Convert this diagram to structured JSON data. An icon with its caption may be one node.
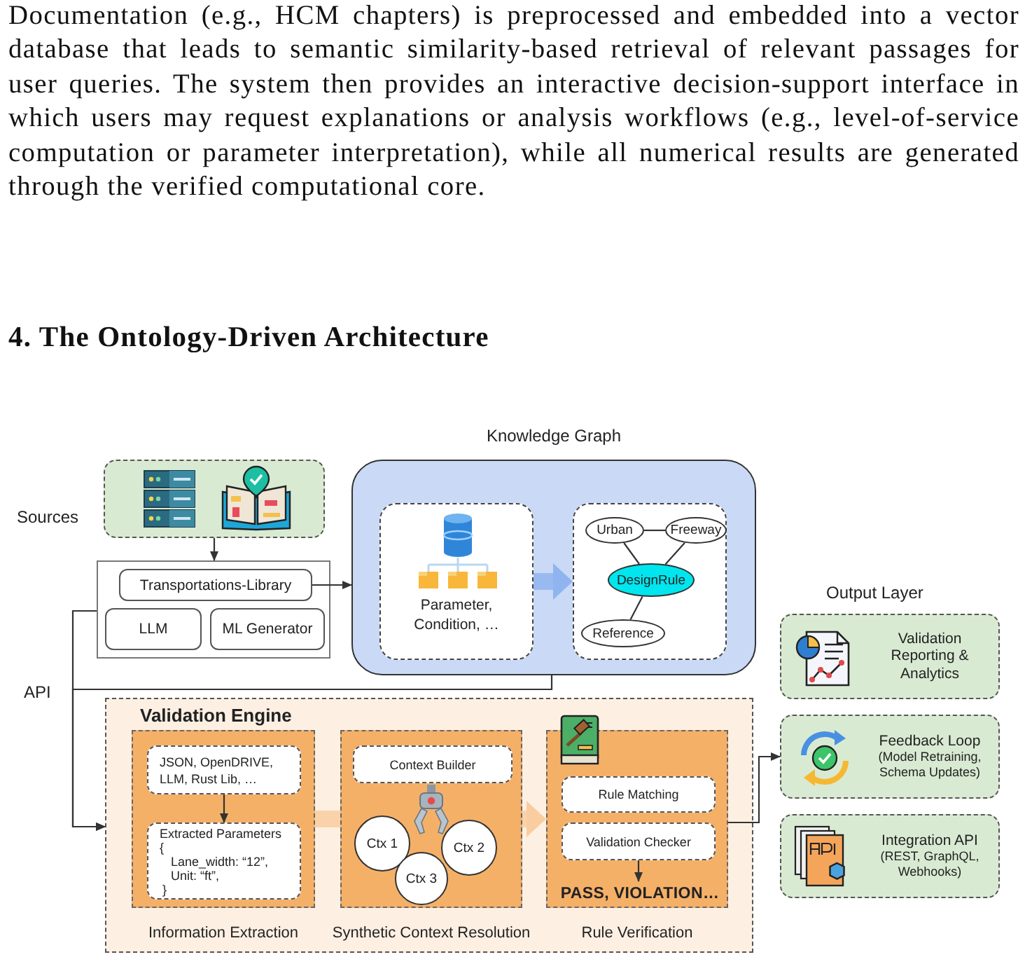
{
  "diagram": {
    "title": "4. The Ontology-Driven Architecture",
    "nodes": [
      {
        "text": [
          "Sources"
        ]
      },
      {
        "text": [],
        "shape": "box"
      },
      {
        "text": [
          "Transportations-Library"
        ],
        "in": 1
      },
      {
        "text": [
          "LLM"
        ],
        "in": 1
      },
      {
        "text": [
          "ML Generator"
        ],
        "in": 1
      },
      {
        "text": [
          "Knowledge Graph"
        ]
      },
      {
        "text": [
          "Parameter, Condition, …"
        ],
        "in": 5
      },
      {
        "text": [],
        "shape": "box",
        "in": 5
      },
      {
        "text": [
          "Urban"
        ],
        "in": 7
      },
      {
        "text": [
          "Freeway"
        ],
        "in": 7
      },
      {
        "text": [
          "DesignRule"
        ],
        "in": 7
      },
      {
        "text": [
          "Reference"
        ],
        "in": 7
      },
      {
        "text": [
          "Validation Engine"
        ]
      },
      {
        "text": [
          "Information Extraction"
        ],
        "in": 12
      },
      {
        "text": [
          "JSON, OpenDRIVE, LLM, Rust Lib, …"
        ],
        "in": 13
      },
      {
        "text": [
          "Extracted Parameters",
          "{",
          "Lane_width: “12”,",
          "Unit: “ft”,",
          "}"
        ],
        "in": 13
      },
      {
        "text": [
          "Synthetic Context Resolution"
        ],
        "in": 12
      },
      {
        "text": [
          "Context Builder"
        ],
        "in": 16
      },
      {
        "text": [
          "Ctx 1"
        ],
        "in": 16
      },
      {
        "text": [
          "Ctx 2"
        ],
        "in": 16
      },
      {
        "text": [
          "Ctx 3"
        ],
        "in": 16
      },
      {
        "text": [
          "Rule Verification"
        ],
        "in": 12
      },
      {
        "text": [
          "Rule Matching"
        ],
        "in": 21
      },
      {
        "text": [
          "Validation Checker"
        ],
        "in": 21
      },
      {
        "text": [
          "PASS, VIOLATION…"
        ],
        "in": 21
      },
      {
        "text": [
          "Validation Reporting & Analytics"
        ]
      },
      {
        "text": [
          "Feedback Loop",
          "(Model Retraining, Schema Updates)"
        ]
      },
      {
        "text": [
          "Integration API",
          "(REST, GraphQL, Webhooks)"
        ]
      }
    ],
    "edges": [
      {
        "from": 0,
        "to": 1,
        "arrow": "to"
      },
      {
        "from": 2,
        "to": 5,
        "arrow": "to"
      },
      {
        "from": 6,
        "to": 7,
        "arrow": "to",
        "style": "thick",
        "color": "#8fb4ef"
      },
      {
        "from": 8,
        "to": 9,
        "arrow": "none"
      },
      {
        "from": 8,
        "to": 10,
        "arrow": "none"
      },
      {
        "from": 9,
        "to": 10,
        "arrow": "none"
      },
      {
        "from": 10,
        "to": 11,
        "arrow": "none"
      },
      {
        "from": 1,
        "to": 12,
        "arrow": "to"
      },
      {
        "from": 5,
        "to": 12,
        "arrow": "to"
      },
      {
        "from": 14,
        "to": 15,
        "arrow": "to"
      },
      {
        "from": 13,
        "to": 16,
        "arrow": "none",
        "style": "thick",
        "color": "#f9cda0"
      },
      {
        "from": 16,
        "to": 21,
        "arrow": "to",
        "style": "thick",
        "color": "#f9cda0"
      },
      {
        "from": 23,
        "to": 24,
        "arrow": "to"
      },
      {
        "from": 21,
        "to": 26,
        "arrow": "to"
      }
    ],
    "labels": [
      "Documentation (e.g., HCM chapters) is preprocessed and embedded into a vector database that leads to semantic similarity-based retrieval of relevant passages for user queries. The system then provides an interactive decision-support interface in which users may request explanations or analysis workflows (e.g., level-of-service computation or parameter interpretation), while all numerical results are generated through the verified computational core.",
      "API",
      "Output Layer"
    ]
  }
}
